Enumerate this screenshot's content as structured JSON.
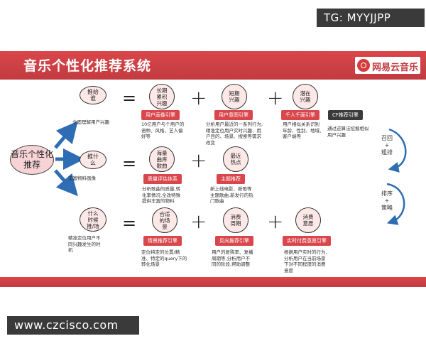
{
  "watermark_top": "TG: MYYJJPP",
  "watermark_bottom": "www.czcisco.com",
  "title": "音乐个性化推荐系统",
  "brand": "网易云音乐",
  "root": "音乐个性化\n推荐",
  "rows": [
    {
      "question": "推给\n谁",
      "question_note": "全面理解用户兴趣",
      "factors": [
        {
          "bubble": "长期\n累积\n兴趣",
          "engine": "用户画像引擎",
          "engine_style": "red",
          "desc": "10亿用户与个用户的\n语种、风格、艺人偏\n好等"
        },
        {
          "bubble": "短期\n兴趣",
          "engine": "用户意图引擎",
          "engine_style": "red",
          "desc": "分析用户最近的一系列行为,\n精准定位用户实时兴趣、用\n户目的、场景、搜索等需求\n改变"
        },
        {
          "bubble": "潜在\n兴趣",
          "engine": "千人千面引擎",
          "engine_style": "red",
          "desc": "用户相似关系识别\n年龄、性别、地域、\n客户端等"
        },
        {
          "bubble": "",
          "engine": "CF推荐引擎",
          "engine_style": "dark",
          "desc": "通过逆算法挖掘相似\n用户兴趣"
        }
      ]
    },
    {
      "question": "推什\n么",
      "question_note": "丰富物料画像",
      "factors": [
        {
          "bubble": "海量\n曲库\n歌曲",
          "engine": "质量评估体系",
          "engine_style": "red",
          "desc": "分析歌曲的质量,转\n化率情况,全改特殊\n提供丰富的物料"
        },
        {
          "bubble": "最近\n热点",
          "engine": "主题推荐",
          "engine_style": "red",
          "desc": "新上线电影、新歌等\n主题歌曲,新发行的热\n门歌曲"
        }
      ]
    },
    {
      "question": "什么\n时候\n推/场",
      "question_note": "精准定位用户不\n同兴趣发生的时\n机",
      "factors": [
        {
          "bubble": "合适\n的场\n景",
          "engine": "情景推荐引擎",
          "engine_style": "red",
          "desc": "定位特定的位置/精\n准、特定的query下的\n转化场景"
        },
        {
          "bubble": "消费\n周期",
          "engine": "反向推荐引擎",
          "engine_style": "red",
          "desc": "用户的复购率、复播\n周期等,分析用户不\n同的阶段,帮助调整"
        },
        {
          "bubble": "消费\n意愿",
          "engine": "实时付费意愿引擎",
          "engine_style": "red",
          "desc": "根据用户实时的行为,\n分析用户在当前场景\n下对不同程度的消费\n意愿"
        }
      ]
    }
  ],
  "side_notes": [
    "召回\n+\n粗排",
    "排序\n+\n策略"
  ],
  "colors": {
    "accent": "#d9464b",
    "bubble_fill": "#fde8e8",
    "arrow": "#2e6db4"
  }
}
